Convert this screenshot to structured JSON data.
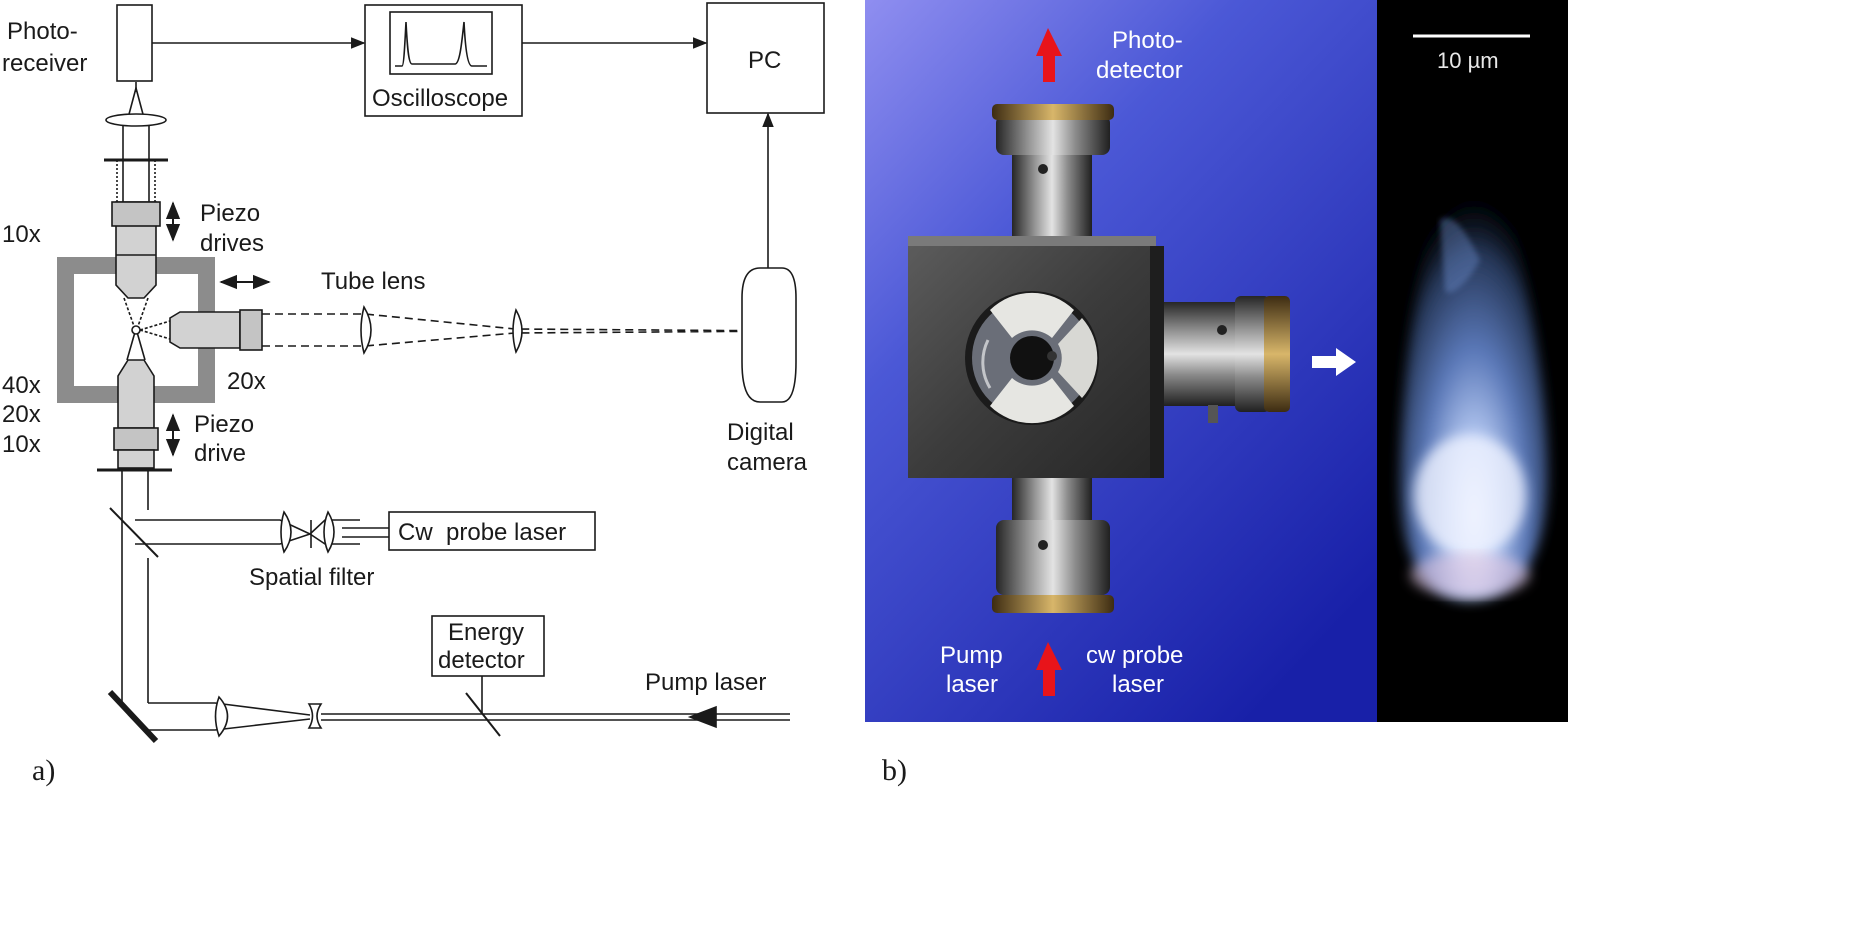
{
  "diagram": {
    "photoreceiver_line1": "Photo-",
    "photoreceiver_line2": "receiver",
    "oscilloscope": "Oscilloscope",
    "pc": "PC",
    "objective_top": "10x",
    "piezo_top_line1": "Piezo",
    "piezo_top_line2": "drives",
    "tube_lens": "Tube lens",
    "objective_side": "20x",
    "objective_bottom_line1": "40x",
    "objective_bottom_line2": "20x",
    "objective_bottom_line3": "10x",
    "piezo_bottom_line1": "Piezo",
    "piezo_bottom_line2": "drive",
    "camera_line1": "Digital",
    "camera_line2": "camera",
    "probe_laser": "Cw  probe laser",
    "spatial_filter": "Spatial filter",
    "energy_line1": "Energy",
    "energy_line2": "detector",
    "pump_laser": "Pump laser",
    "panel_label": "a)"
  },
  "photo": {
    "photodetector_line1": "Photo-",
    "photodetector_line2": "detector",
    "pump_line1": "Pump",
    "pump_line2": "laser",
    "cw_line1": "cw probe",
    "cw_line2": "laser",
    "scale_bar": "10 µm",
    "panel_label": "b)",
    "arrow_color": "#e8141a"
  }
}
